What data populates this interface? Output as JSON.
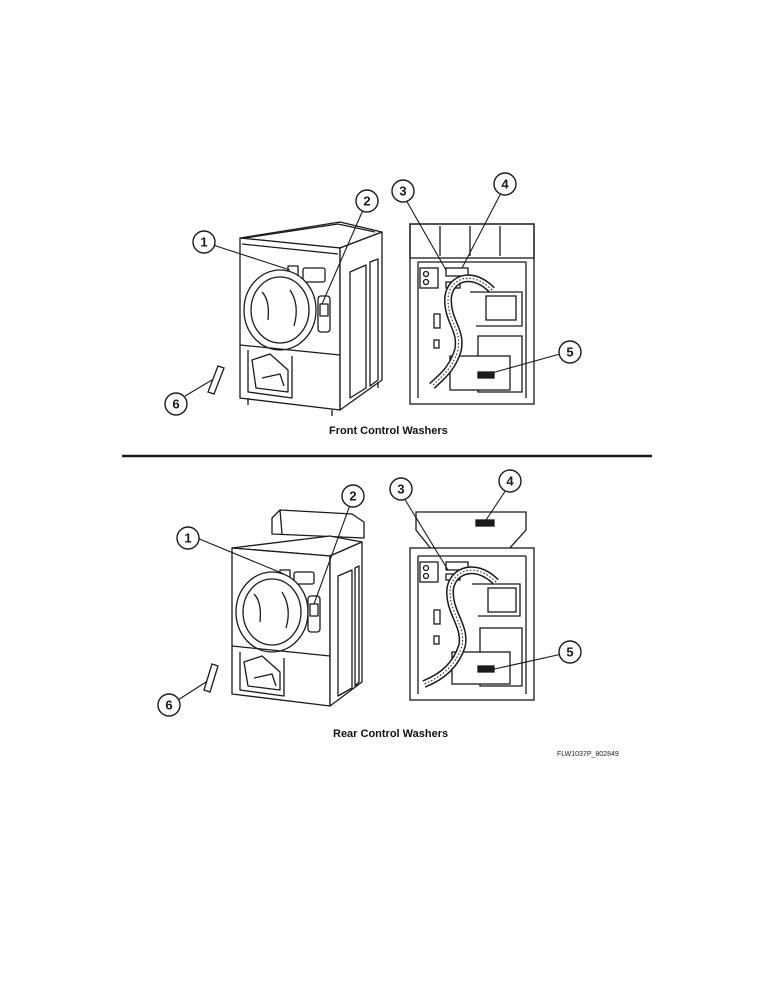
{
  "front_panel": {
    "caption": "Front Control Washers",
    "callouts": [
      "1",
      "2",
      "3",
      "4",
      "5",
      "6"
    ]
  },
  "rear_panel": {
    "caption": "Rear Control Washers",
    "callouts": [
      "1",
      "2",
      "3",
      "4",
      "5",
      "6"
    ]
  },
  "figure_id": "FLW1037P_802849",
  "colors": {
    "ink": "#1a1a1a",
    "paper": "#ffffff"
  }
}
